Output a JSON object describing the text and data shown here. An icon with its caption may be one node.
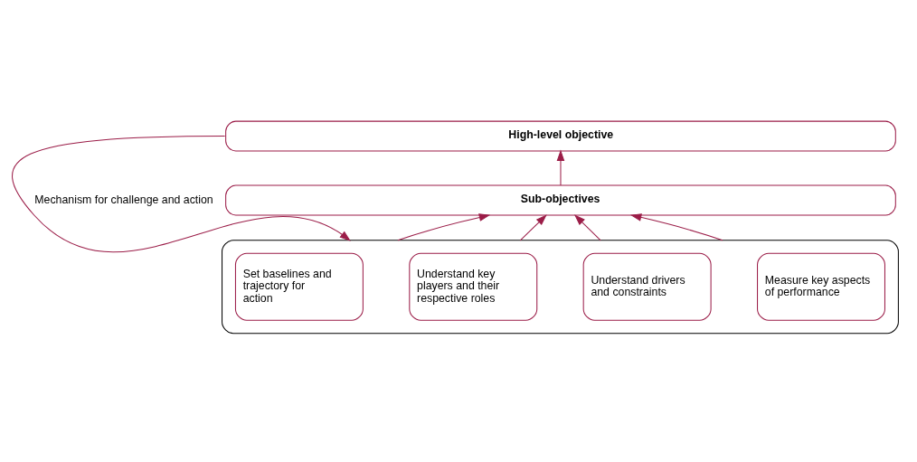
{
  "diagram": {
    "nodes": [
      {
        "text": [
          "High-level objective"
        ]
      },
      {
        "text": [
          "Sub-objectives"
        ]
      },
      {
        "text": [],
        "shape": "box"
      },
      {
        "text": [
          "Set baselines and trajectory for action"
        ],
        "in": 2
      },
      {
        "text": [
          "Understand key players and their respective roles"
        ],
        "in": 2
      },
      {
        "text": [
          "Understand drivers and constraints"
        ],
        "in": 2
      },
      {
        "text": [
          "Measure key aspects of performance"
        ],
        "in": 2
      }
    ],
    "edges": [
      {
        "from": 1,
        "to": 0,
        "arrow": "to"
      },
      {
        "from": 2,
        "to": 1,
        "arrow": "to"
      },
      {
        "from": 2,
        "to": 1,
        "arrow": "to"
      },
      {
        "from": 2,
        "to": 1,
        "arrow": "to"
      },
      {
        "from": 2,
        "to": 1,
        "arrow": "to"
      },
      {
        "from": 0,
        "to": 2,
        "arrow": "to",
        "label": "Mechanism for challenge and action"
      }
    ]
  }
}
